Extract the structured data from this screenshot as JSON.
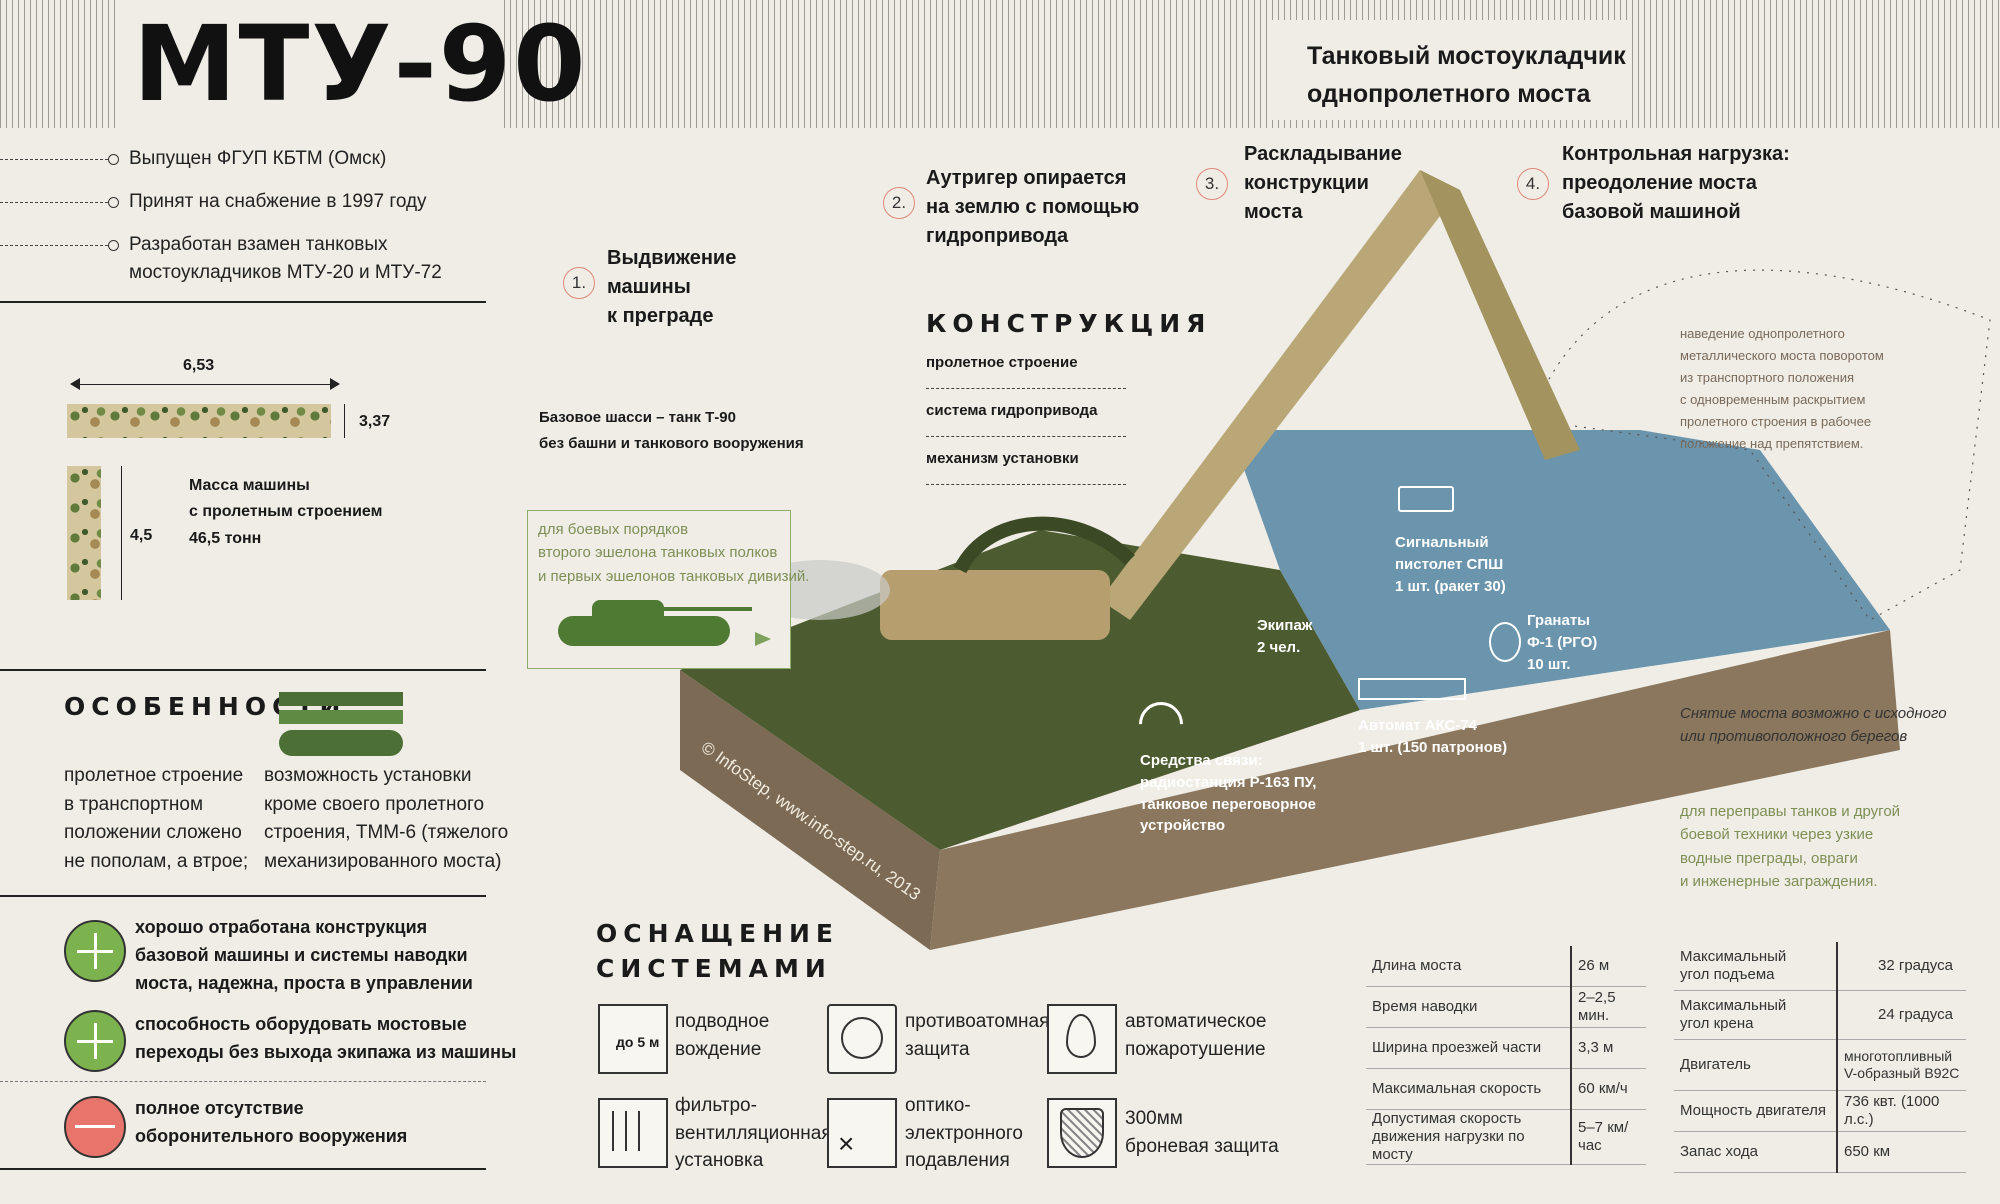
{
  "title": "МТУ-90",
  "subtitle": "Танковый мостоукладчик\nоднопролетного моста",
  "facts": [
    "Выпущен ФГУП КБТМ (Омск)",
    "Принят на снабжение в 1997 году",
    "Разработан взамен танковых\nмостоукладчиков МТУ-20 и МТУ-72"
  ],
  "dims": {
    "length": "6,53",
    "height": "3,37",
    "width": "4,5",
    "mass": "Масса машины\nс пролетным строением\n46,5 тонн"
  },
  "features": {
    "heading": "ОСОБЕННОСТИ",
    "left": "пролетное строение\nв транспортном\nположении сложено\nне пополам, а втрое;",
    "right": "возможность установки\nкроме своего пролетного\nстроения, ТММ-6 (тяжелого\nмеханизированного моста)"
  },
  "pros_cons": [
    {
      "kind": "plus",
      "text": "хорошо отработана конструкция\nбазовой машины и системы наводки\nмоста, надежна, проста в управлении"
    },
    {
      "kind": "plus",
      "text": "способность оборудовать мостовые\nпереходы без выхода экипажа из машины"
    },
    {
      "kind": "minus",
      "text": "полное отсутствие\nоборонительного вооружения"
    }
  ],
  "steps": [
    {
      "num": "1.",
      "text": "Выдвижение\nмашины\nк преграде"
    },
    {
      "num": "2.",
      "text": "Аутригер опирается\nна землю с помощью\nгидропривода"
    },
    {
      "num": "3.",
      "text": "Раскладывание\nконструкции\nмоста"
    },
    {
      "num": "4.",
      "text": "Контрольная нагрузка:\nпреодоление моста\nбазовой машиной"
    }
  ],
  "construction": {
    "heading": "КОНСТРУКЦИЯ",
    "items": [
      "пролетное строение",
      "система гидропривода",
      "механизм установки"
    ]
  },
  "chassis": "Базовое шасси – танк Т-90\nбез башни и танкового вооружения",
  "usage": "для боевых порядков\nвторого эшелона танковых полков\nи первых эшелонов танковых дивизий.",
  "right_note": "наведение однопролетного\nметаллического моста поворотом\nиз транспортного положения\nс одновременным раскрытием\nпролетного строения в рабочее\nположение над препятствием.",
  "equipment_labels": {
    "pistol": "Сигнальный\nпистолет СПШ\n1 шт. (ракет 30)",
    "grenades": "Гранаты\nФ-1 (РГО)\n10 шт.",
    "crew": "Экипаж\n2 чел.",
    "rifle": "Автомат АКС-74\n1 шт. (150 патронов)",
    "radio": "Средства связи:\nрадиостанция Р-163 ПУ,\nтанковое переговорное\nустройство"
  },
  "removal_note": "Снятие моста возможно с исходного\nили противоположного берегов",
  "purpose_note": "для переправы танков и другой\nбоевой техники через узкие\nводные преграды, овраги\nи инженерные заграждения.",
  "copyright": "© InfoStep, www.info-step.ru, 2013",
  "systems": {
    "heading": "ОСНАЩЕНИЕ\nСИСТЕМАМИ",
    "depth_label": "до 5 м",
    "items": [
      {
        "icon": "underwater-icon",
        "text": "подводное\nвождение"
      },
      {
        "icon": "anti-nuclear-icon",
        "text": "противоатомная\nзащита"
      },
      {
        "icon": "fire-icon",
        "text": "автоматическое\nпожаротушение"
      },
      {
        "icon": "filter-ventilation-icon",
        "text": "фильтро-\nвентилляционная\nустановка"
      },
      {
        "icon": "optoelectronic-icon",
        "text": "оптико-\nэлектронного\nподавления"
      },
      {
        "icon": "armor-shield-icon",
        "text": "300мм\nброневая защита"
      }
    ]
  },
  "specs_left": [
    {
      "label": "Длина моста",
      "value": "26 м"
    },
    {
      "label": "Время наводки",
      "value": "2–2,5 мин."
    },
    {
      "label": "Ширина проезжей части",
      "value": "3,3 м"
    },
    {
      "label": "Максимальная скорость",
      "value": "60 км/ч"
    },
    {
      "label": "Допустимая скорость\nдвижения нагрузки по мосту",
      "value": "5–7 км/час"
    }
  ],
  "specs_right": [
    {
      "label": "Максимальный\nугол подъема",
      "value": "32 градуса"
    },
    {
      "label": "Максимальный\nугол крена",
      "value": "24 градуса"
    },
    {
      "label": "Двигатель",
      "value": "многотопливный\nV-образный   В92С"
    },
    {
      "label": "Мощность двигателя",
      "value": "736 квт. (1000 л.с.)"
    },
    {
      "label": "Запас хода",
      "value": "650  км"
    }
  ]
}
